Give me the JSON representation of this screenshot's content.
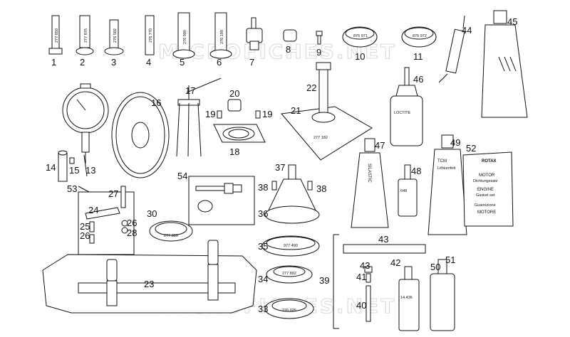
{
  "watermark_top": "MICROFICHES.NET",
  "watermark_bottom": "MICROFICHES.NET",
  "callouts": [
    "1",
    "2",
    "3",
    "4",
    "5",
    "6",
    "7",
    "8",
    "9",
    "10",
    "11",
    "13",
    "14",
    "15",
    "16",
    "17",
    "18",
    "19",
    "19",
    "20",
    "21",
    "22",
    "23",
    "24",
    "25",
    "26",
    "26",
    "27",
    "28",
    "30",
    "33",
    "34",
    "35",
    "36",
    "37",
    "38",
    "38",
    "39",
    "40",
    "41",
    "42",
    "43",
    "43",
    "44",
    "45",
    "46",
    "47",
    "48",
    "49",
    "50",
    "51",
    "52",
    "53",
    "54"
  ],
  "part_codes": {
    "p1": "277 850",
    "p2": "277 875",
    "p3": "276 502",
    "p4": "276 770",
    "p5": "276 900",
    "p6": "276 190",
    "p10": "876 971",
    "p11": "876 972",
    "p21": "277 182",
    "p30": "277 889",
    "p35": "977 490",
    "p34": "277 892",
    "p33": "276 025"
  },
  "products": {
    "silastic": "SILASTIC",
    "lithium_brand": "TCM",
    "lithium_name": "Lithiumfett",
    "loctite": "LOCTITE",
    "loctite_num": "648",
    "loctite_num2": "14.436",
    "kit_brand": "ROTAX",
    "kit_line1": "MOTOR",
    "kit_line2": "Dichtungssatz",
    "kit_line3": "ENGINE",
    "kit_line4": "Gasket set",
    "kit_line5": "Guarnizione",
    "kit_line6": "MOTORE"
  }
}
